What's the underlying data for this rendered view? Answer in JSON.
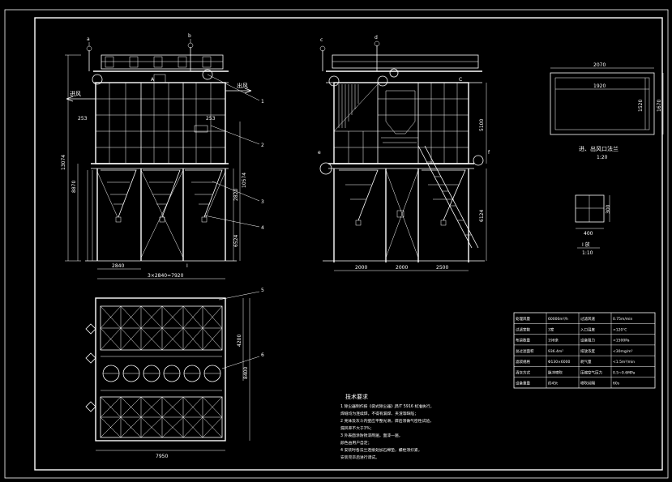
{
  "front_view": {
    "label_inlet": "进风",
    "label_outlet": "出风",
    "section_mark": "A",
    "section_mark_bottom": "I",
    "dims": {
      "d253_left": "253",
      "d253_right": "253",
      "overall_height": "13074",
      "height_lower": "8870",
      "height_right": "10574",
      "hopper_height": "2820",
      "leg_height": "6524",
      "bay_width": "2840",
      "total_width": "3×2840=7920"
    },
    "callouts": [
      "a",
      "b",
      "1",
      "2",
      "3",
      "4"
    ]
  },
  "side_view": {
    "section_mark": "C",
    "dims": {
      "upper_height": "5100",
      "lower_height": "6124",
      "w1": "2000",
      "w2": "2000",
      "w3": "2500"
    },
    "callouts": [
      "c",
      "d",
      "e",
      "f"
    ]
  },
  "plan_view": {
    "dims": {
      "width": "7950",
      "h1": "4200",
      "h2": "8400"
    },
    "callouts": [
      "5",
      "6"
    ]
  },
  "detail_box": {
    "outer_width": "2070",
    "inner_width": "1920",
    "inner_height": "1520",
    "outer_height": "1670",
    "caption": "进、出风口法兰",
    "scale": "1:20"
  },
  "detail_small": {
    "width": "400",
    "height": "300",
    "caption": "I 放",
    "scale": "1:10"
  },
  "spec_table": {
    "rows": [
      [
        "处理风量",
        "60000m³/h",
        "过滤风速",
        "0.75m/min"
      ],
      [
        "过滤室数",
        "3室",
        "入口温度",
        "<120℃"
      ],
      [
        "布袋数量",
        "198条",
        "设备阻力",
        "<1500Pa"
      ],
      [
        "总过滤面积",
        "936.4m²",
        "排放浓度",
        "<30mg/m³"
      ],
      [
        "滤袋规格",
        "Φ130×6000",
        "耗气量",
        "<1.5m³/min"
      ],
      [
        "清灰方式",
        "脉冲喷吹",
        "压缩空气压力",
        "0.5~0.6MPa"
      ],
      [
        "设备重量",
        "约45t",
        "喷吹间隔",
        "60s"
      ]
    ]
  },
  "notes": {
    "title": "技术要求",
    "items": [
      "1  除尘器制作按《袋式除尘器》JB/T 5916 标准执行，",
      "   焊缝均为连续焊，不得有漏焊、夹渣等缺陷；",
      "2  壳体及灰斗内壁应平整光滑，焊后须做气密性试验，",
      "   漏风率不大于3%；",
      "3  外表面涂防锈漆两遍，面漆一遍，",
      "   颜色由用户自定；",
      "4  安装时各法兰连接处加石棉垫，螺栓须拧紧，",
      "   安装完毕后进行调试。"
    ]
  }
}
